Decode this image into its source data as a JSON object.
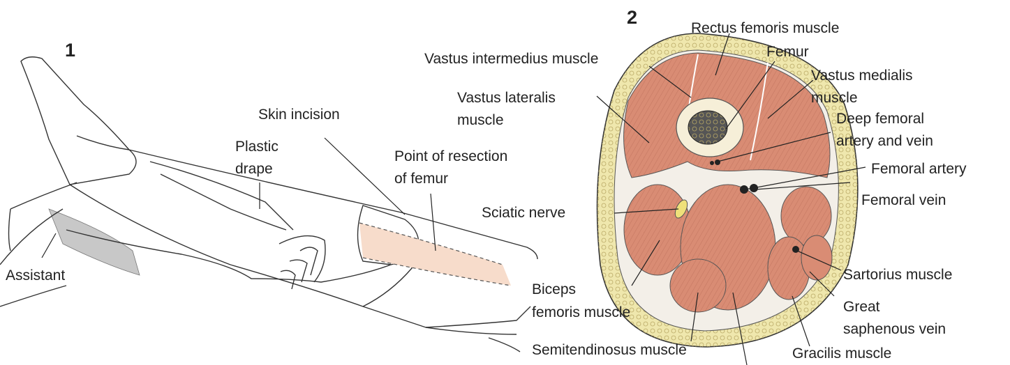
{
  "panels": {
    "one": "1",
    "two": "2"
  },
  "labels": {
    "assistant": "Assistant",
    "plastic_drape": [
      "Plastic",
      "drape"
    ],
    "skin_incision": "Skin incision",
    "point_of_resection": [
      "Point of resection",
      "of femur"
    ],
    "rectus_femoris": "Rectus femoris muscle",
    "vastus_intermedius": "Vastus intermedius muscle",
    "femur": "Femur",
    "vastus_medialis": [
      "Vastus medialis",
      "muscle"
    ],
    "vastus_lateralis": [
      "Vastus lateralis",
      "muscle"
    ],
    "deep_femoral": [
      "Deep femoral",
      "artery and vein"
    ],
    "femoral_artery": "Femoral artery",
    "femoral_vein": "Femoral vein",
    "sciatic_nerve": "Sciatic nerve",
    "sartorius": "Sartorius muscle",
    "biceps_femoris": [
      "Biceps",
      "femoris muscle"
    ],
    "great_saphenous": [
      "Great",
      "saphenous vein"
    ],
    "semitendinosus": "Semitendinosus muscle",
    "gracilis": "Gracilis muscle"
  },
  "colors": {
    "muscle": "#d98c74",
    "fat": "#efe7ad",
    "bone": "#f6efd8",
    "marrow": "#555555",
    "resection_band": "#f7dccb",
    "line": "#333333"
  }
}
